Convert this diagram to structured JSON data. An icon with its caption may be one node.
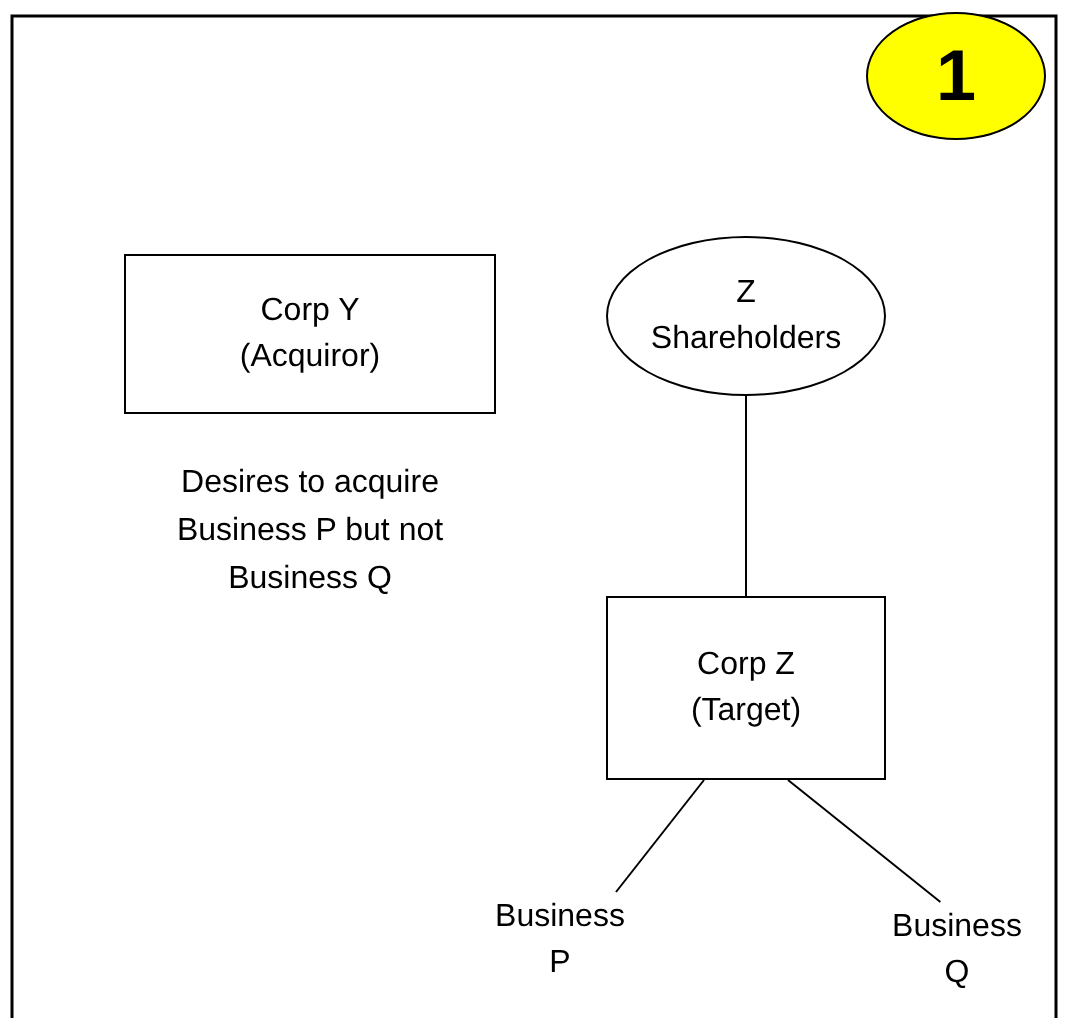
{
  "diagram": {
    "nodes": [
      {
        "text": [
          "Corp Y (Acquiror)"
        ],
        "beside": [
          "Desires to acquire Business P but not Business Q"
        ]
      },
      {
        "text": [
          "1"
        ]
      },
      {
        "text": [
          "Z Shareholders"
        ]
      },
      {
        "text": [
          "Corp Z (Target)"
        ]
      },
      {
        "text": [
          "Business P"
        ]
      },
      {
        "text": [
          "Business Q"
        ]
      }
    ],
    "edges": [
      {
        "from": 2,
        "to": 3,
        "arrow": "none"
      },
      {
        "from": 3,
        "to": 4,
        "arrow": "none"
      },
      {
        "from": 3,
        "to": 5,
        "arrow": "none"
      }
    ]
  }
}
